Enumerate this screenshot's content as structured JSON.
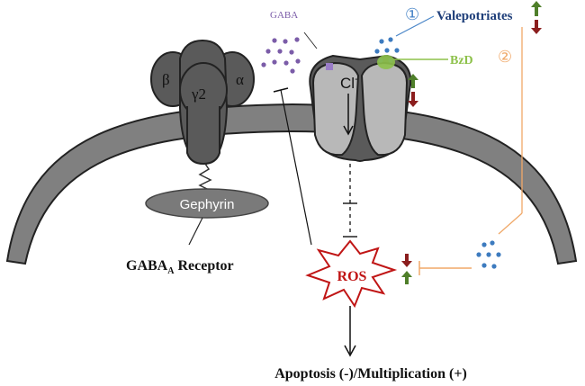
{
  "labels": {
    "gaba": "GABA",
    "valepotriates": "Valepotriates",
    "bzd": "BzD",
    "chloride": "Cl",
    "chloride_sup": "-",
    "gephyrin": "Gephyrin",
    "receptor_main": "GABA",
    "receptor_sub": "A",
    "receptor_rest": " Receptor",
    "ros": "ROS",
    "outcome": "Apoptosis (-)/Multiplication (+)",
    "subunit_beta": "β",
    "subunit_gamma2": "γ2",
    "subunit_alpha": "α",
    "marker_1": "①",
    "marker_2": "②"
  },
  "colors": {
    "gaba_dots": "#7b5ca8",
    "valepotriate_dots": "#3d7bbf",
    "pathway1_line": "#4a86c8",
    "pathway2_line": "#f0a868",
    "bzd_green": "#8dc14a",
    "valepotriates_text": "#1f3f7a",
    "ros_red": "#c01515",
    "arrow_up_green": "#4f7f2a",
    "arrow_down_red": "#8b1e1e",
    "membrane_gray": "#808080",
    "receptor_dark": "#5a5a5a",
    "channel_light": "#b8b8b8"
  },
  "icons": {
    "increase": "arrow-up-icon",
    "decrease": "arrow-down-icon"
  }
}
